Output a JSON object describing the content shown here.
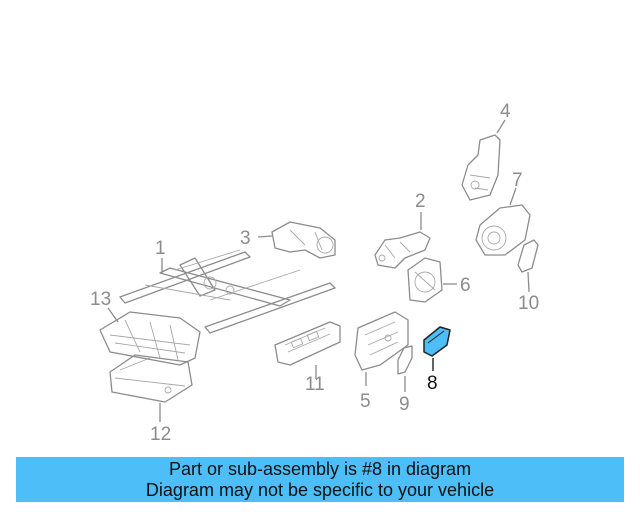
{
  "callouts": [
    {
      "id": "1",
      "label": "1"
    },
    {
      "id": "2",
      "label": "2"
    },
    {
      "id": "3",
      "label": "3"
    },
    {
      "id": "4",
      "label": "4"
    },
    {
      "id": "5",
      "label": "5"
    },
    {
      "id": "6",
      "label": "6"
    },
    {
      "id": "7",
      "label": "7"
    },
    {
      "id": "8",
      "label": "8",
      "highlighted": true
    },
    {
      "id": "9",
      "label": "9"
    },
    {
      "id": "10",
      "label": "10"
    },
    {
      "id": "11",
      "label": "11"
    },
    {
      "id": "12",
      "label": "12"
    },
    {
      "id": "13",
      "label": "13"
    }
  ],
  "highlight_color": "#4dbef7",
  "banner": {
    "line1": "Part or sub-assembly is #8 in diagram",
    "line2": "Diagram may not be specific to your vehicle",
    "color": "#4dbef7"
  }
}
